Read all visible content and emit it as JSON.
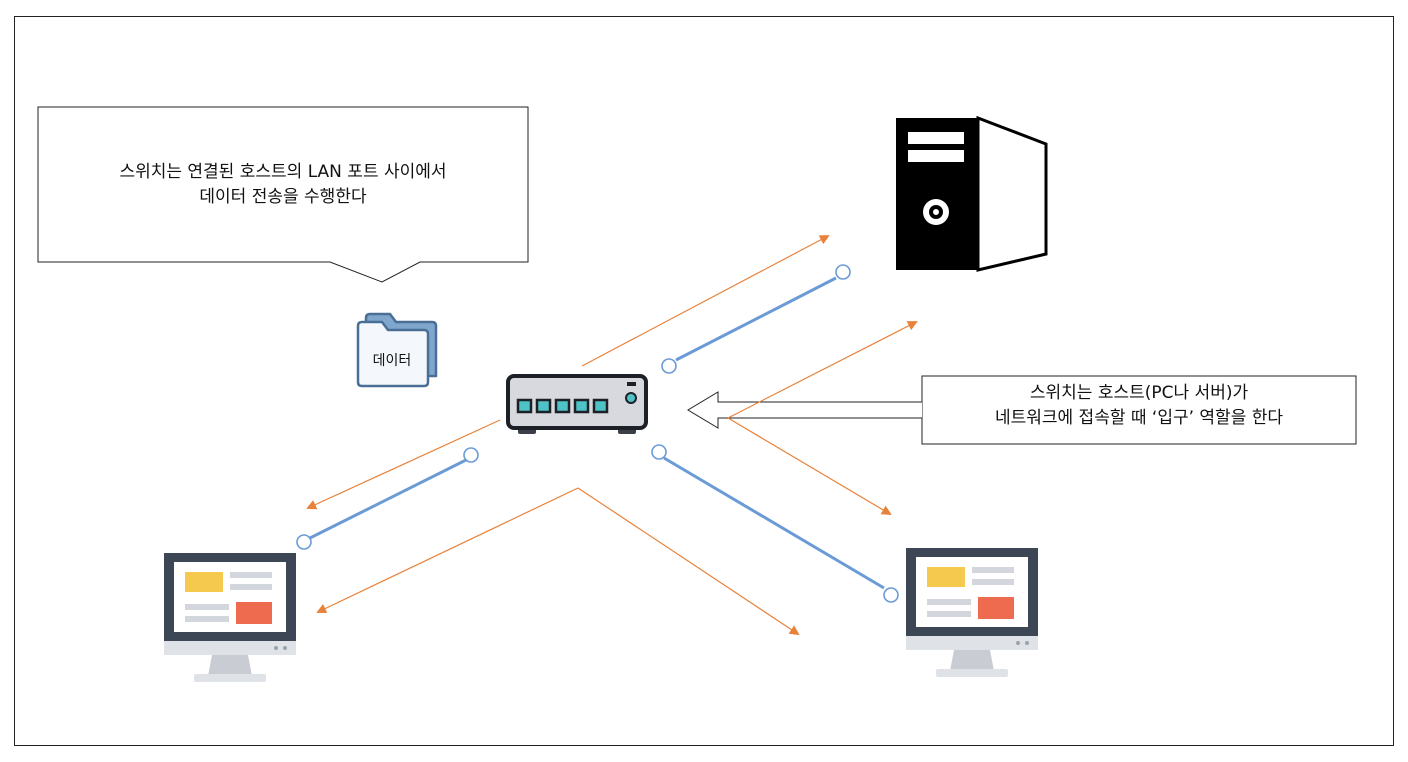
{
  "callout_left": {
    "line1": "스위치는 연결된 호스트의 LAN 포트 사이에서",
    "line2": "데이터 전송을 수행한다"
  },
  "callout_right": {
    "line1": "스위치는 호스트(PC나 서버)가",
    "line2": "네트워크에 접속할 때 ‘입구’ 역할을 한다"
  },
  "folder": {
    "label": "데이터"
  },
  "colors": {
    "arrow": "#e8823a",
    "link": "#6b9bd6",
    "outline": "#222222"
  },
  "icons": [
    "server-icon",
    "switch-icon",
    "monitor-icon",
    "folder-icon"
  ]
}
